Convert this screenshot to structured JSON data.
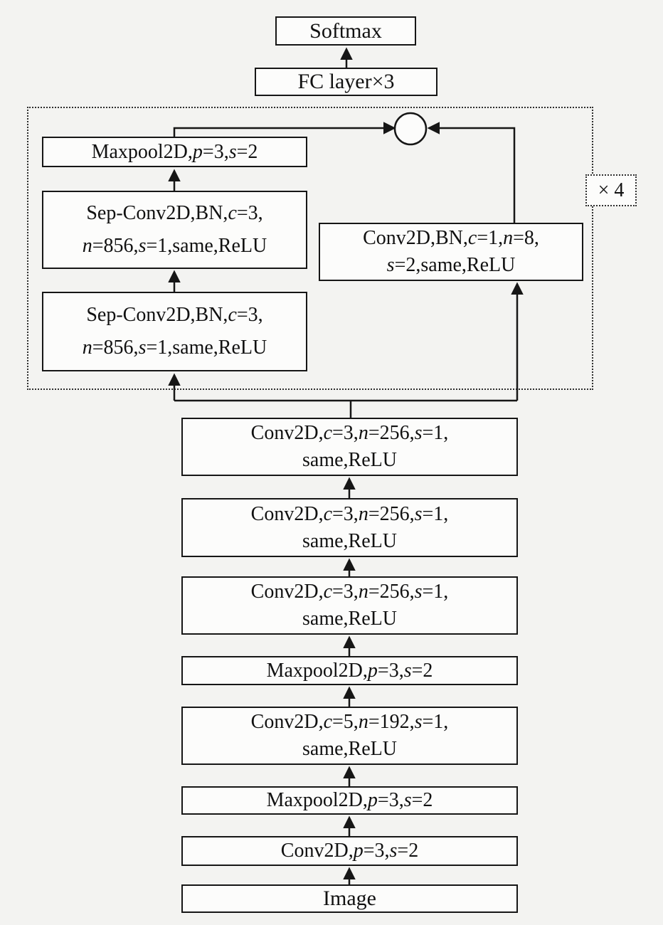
{
  "colors": {
    "background": "#f3f3f1",
    "node_fill": "#fcfcfb",
    "line": "#161616"
  },
  "nodes": {
    "softmax": {
      "label": "Softmax"
    },
    "fc_layer": {
      "label": "FC layer×3"
    },
    "repeat_badge": {
      "label": "× 4"
    },
    "repeat_block": {
      "maxpool": {
        "lines": [
          "Maxpool2D,p=3,s=2"
        ]
      },
      "sepconv_upper": {
        "lines": [
          "Sep-Conv2D,BN,c=3,",
          "n=856,s=1,same,ReLU"
        ]
      },
      "sepconv_lower": {
        "lines": [
          "Sep-Conv2D,BN,c=3,",
          "n=856,s=1,same,ReLU"
        ]
      },
      "conv_shortcut": {
        "lines": [
          "Conv2D,BN,c=1,n=8,",
          "s=2,same,ReLU"
        ]
      },
      "merge": {
        "shape": "circle"
      }
    },
    "backbone": [
      {
        "id": "conv256-a",
        "lines": [
          "Conv2D,c=3,n=256,s=1,",
          "same,ReLU"
        ]
      },
      {
        "id": "conv256-b",
        "lines": [
          "Conv2D,c=3,n=256,s=1,",
          "same,ReLU"
        ]
      },
      {
        "id": "conv256-c",
        "lines": [
          "Conv2D,c=3,n=256,s=1,",
          "same,ReLU"
        ]
      },
      {
        "id": "maxpool-b",
        "lines": [
          "Maxpool2D,p=3,s=2"
        ]
      },
      {
        "id": "conv192",
        "lines": [
          "Conv2D,c=5,n=192,s=1,",
          "same,ReLU"
        ]
      },
      {
        "id": "maxpool-a",
        "lines": [
          "Maxpool2D,p=3,s=2"
        ]
      },
      {
        "id": "conv-stem",
        "lines": [
          "Conv2D,p=3,s=2"
        ]
      },
      {
        "id": "image",
        "lines": [
          "Image"
        ]
      }
    ]
  },
  "edges": [
    {
      "from": "image",
      "to": "conv-stem"
    },
    {
      "from": "conv-stem",
      "to": "maxpool-a"
    },
    {
      "from": "maxpool-a",
      "to": "conv192"
    },
    {
      "from": "conv192",
      "to": "maxpool-b"
    },
    {
      "from": "maxpool-b",
      "to": "conv256-c"
    },
    {
      "from": "conv256-c",
      "to": "conv256-b"
    },
    {
      "from": "conv256-b",
      "to": "conv256-a"
    },
    {
      "from": "conv256-a",
      "to": "sepconv_lower"
    },
    {
      "from": "conv256-a",
      "to": "conv_shortcut"
    },
    {
      "from": "sepconv_lower",
      "to": "sepconv_upper"
    },
    {
      "from": "sepconv_upper",
      "to": "maxpool_repeat"
    },
    {
      "from": "maxpool_repeat",
      "to": "merge"
    },
    {
      "from": "conv_shortcut",
      "to": "merge"
    },
    {
      "from": "fc_layer",
      "to": "softmax"
    }
  ]
}
